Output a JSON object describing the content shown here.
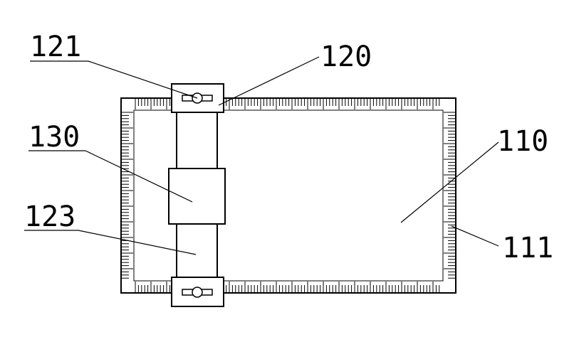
{
  "labels": {
    "part_121": "121",
    "part_120": "120",
    "part_130": "130",
    "part_123": "123",
    "part_110": "110",
    "part_111": "111"
  },
  "colors": {
    "line": "#000000",
    "background": "#ffffff"
  }
}
